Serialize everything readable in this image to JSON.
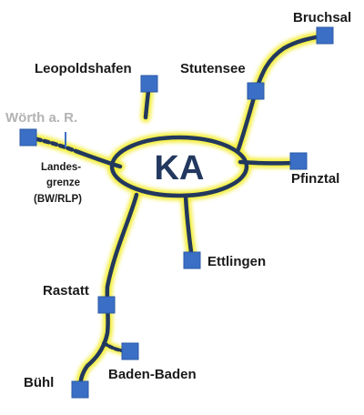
{
  "map": {
    "center_label": "KA",
    "places": {
      "bruchsal": "Bruchsal",
      "stutensee": "Stutensee",
      "leopoldshafen": "Leopoldshafen",
      "woerth": "Wörth a. R.",
      "pfinztal": "Pfinztal",
      "ettlingen": "Ettlingen",
      "rastatt": "Rastatt",
      "baden_baden": "Baden-Baden",
      "buehl": "Bühl"
    },
    "border_label": [
      "Landes-",
      "grenze",
      "(BW/RLP)"
    ]
  },
  "colors": {
    "line": "#22385e",
    "glow": "#f3ee3a",
    "station": "#3b6fc6",
    "station_stroke": "#2b5aa8",
    "center_text": "#22385e",
    "inactive_label": "#b3b3b3"
  }
}
